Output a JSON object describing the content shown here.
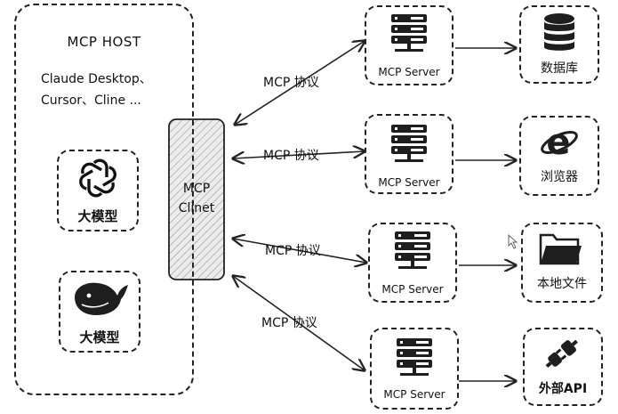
{
  "host": {
    "title": "MCP HOST",
    "subtitle_line1": "Claude Desktop、",
    "subtitle_line2": "Cursor、Cline ...",
    "models": [
      {
        "label": "大模型",
        "icon": "openai-logo-icon"
      },
      {
        "label": "大模型",
        "icon": "deepseek-whale-icon"
      }
    ]
  },
  "client": {
    "line1": "MCP",
    "line2": "Clinet"
  },
  "protocol_label": "MCP 协议",
  "servers": [
    {
      "label": "MCP Server",
      "resource": "数据库",
      "resource_icon": "database-icon"
    },
    {
      "label": "MCP Server",
      "resource": "浏览器",
      "resource_icon": "browser-icon"
    },
    {
      "label": "MCP Server",
      "resource": "本地文件",
      "resource_icon": "folder-icon"
    },
    {
      "label": "MCP Server",
      "resource": "外部API",
      "resource_icon": "plug-icon"
    }
  ],
  "colors": {
    "stroke": "#222222",
    "fill_dark": "#1e1e1e",
    "client_fill": "#ececec"
  }
}
